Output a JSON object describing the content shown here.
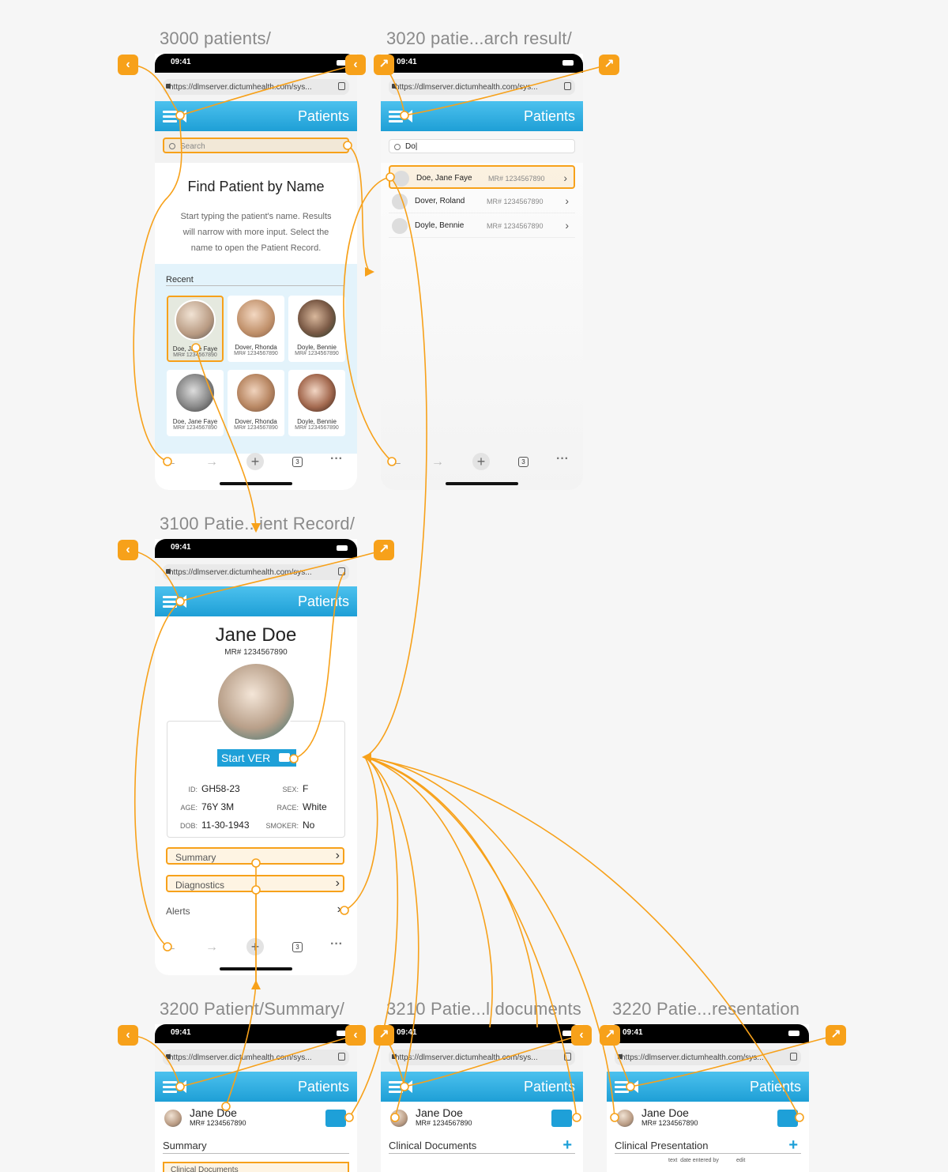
{
  "screens": {
    "s3000": {
      "label": "3000 patients/",
      "time": "09:41",
      "url": "https://dlmserver.dictumhealth.com/sys...",
      "header": "Patients",
      "search_placeholder": "Search",
      "find_title": "Find Patient by Name",
      "find_text_1": "Start typing the patient's name. Results",
      "find_text_2": "will narrow with more input. Select the",
      "find_text_3": "name to open the Patient Record.",
      "recent_label": "Recent",
      "tab_count": "3",
      "recent": [
        {
          "name": "Doe, Jane Faye",
          "mr": "MR# 1234567890"
        },
        {
          "name": "Dover, Rhonda",
          "mr": "MR# 1234567890"
        },
        {
          "name": "Doyle, Bennie",
          "mr": "MR# 1234567890"
        },
        {
          "name": "Doe, Jane Faye",
          "mr": "MR# 1234567890"
        },
        {
          "name": "Dover, Rhonda",
          "mr": "MR# 1234567890"
        },
        {
          "name": "Doyle, Bennie",
          "mr": "MR# 1234567890"
        }
      ]
    },
    "s3020": {
      "label": "3020 patie...arch result/",
      "time": "09:41",
      "url": "https://dlmserver.dictumhealth.com/sys...",
      "header": "Patients",
      "search_value": "Do|",
      "tab_count": "3",
      "results": [
        {
          "name": "Doe, Jane Faye",
          "mr": "MR# 1234567890"
        },
        {
          "name": "Dover, Roland",
          "mr": "MR# 1234567890"
        },
        {
          "name": "Doyle, Bennie",
          "mr": "MR# 1234567890"
        }
      ]
    },
    "s3100": {
      "label": "3100 Patie...ient Record/",
      "time": "09:41",
      "url": "https://dlmserver.dictumhealth.com/sys...",
      "header": "Patients",
      "name": "Jane Doe",
      "mr": "MR# 1234567890",
      "start_ver": "Start VER",
      "tab_count": "3",
      "id_label": "ID:",
      "id_value": "GH58-23",
      "sex_label": "SEX:",
      "sex_value": "F",
      "age_label": "AGE:",
      "age_value": "76Y 3M",
      "race_label": "RACE:",
      "race_value": "White",
      "dob_label": "DOB:",
      "dob_value": "11-30-1943",
      "smoker_label": "SMOKER:",
      "smoker_value": "No",
      "sections": [
        "Summary",
        "Diagnostics",
        "Alerts"
      ]
    },
    "s3200": {
      "label": "3200 Patient/Summary/",
      "time": "09:41",
      "url": "https://dlmserver.dictumhealth.com/sys...",
      "header": "Patients",
      "name": "Jane Doe",
      "mr": "MR# 1234567890",
      "sub": "Summary",
      "item": "Clinical Documents"
    },
    "s3210": {
      "label": "3210 Patie...l documents",
      "time": "09:41",
      "url": "https://dlmserver.dictumhealth.com/sys...",
      "header": "Patients",
      "name": "Jane Doe",
      "mr": "MR# 1234567890",
      "sub": "Clinical Documents"
    },
    "s3220": {
      "label": "3220 Patie...resentation",
      "time": "09:41",
      "url": "https://dlmserver.dictumhealth.com/sys...",
      "header": "Patients",
      "name": "Jane Doe",
      "mr": "MR# 1234567890",
      "sub": "Clinical Presentation",
      "cols": "text  date entered by",
      "edit": "edit"
    }
  },
  "colors": {
    "accent": "#1ea0d8",
    "link": "#f7a11a",
    "bg": "#f6f6f6"
  },
  "icons": [
    "back-icon",
    "external-link-icon",
    "menu-icon",
    "video-icon",
    "search-icon",
    "chevron-right-icon",
    "plus-icon",
    "tabs-icon",
    "more-icon"
  ]
}
